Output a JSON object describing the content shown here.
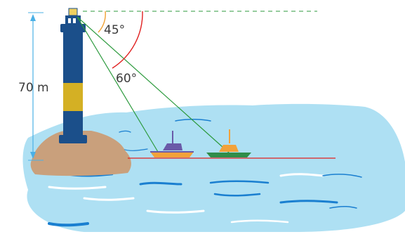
{
  "labels": {
    "height": "70 m",
    "angle_small": "45°",
    "angle_large": "60°"
  },
  "colors": {
    "sea": "#aee0f3",
    "sea_wave": "#1a7fd0",
    "rock": "#c9a07c",
    "tower": "#1b4f8a",
    "tower_band": "#d4b024",
    "sight_line": "#2c9a3d",
    "angle_45_arc": "#f0a030",
    "angle_60_arc": "#e02020",
    "horizontal_line": "#2c9a3d",
    "measure_arrow": "#4bb0e6",
    "boat_near_hull": "#f2a23a",
    "boat_near_cabin": "#6a5aa8",
    "boat_far_hull": "#2f8d4a",
    "boat_far_cabin": "#f2a23a"
  }
}
